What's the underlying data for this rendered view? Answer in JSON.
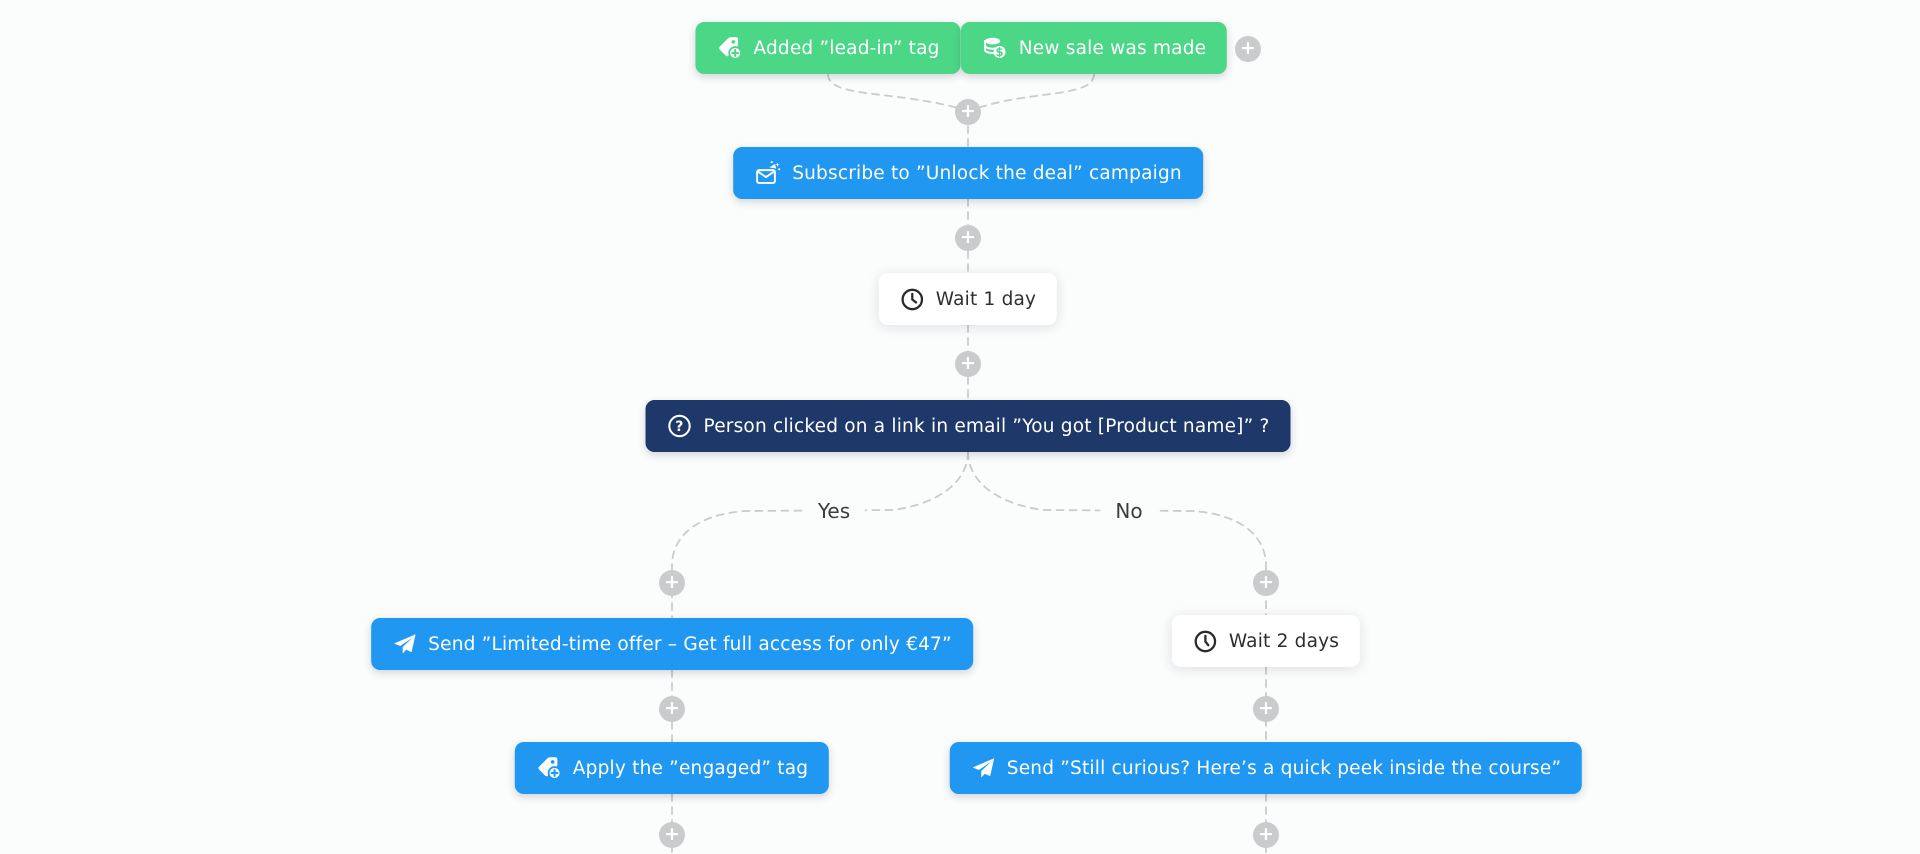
{
  "ui": {
    "add_step_label": "+",
    "background": "#fbfcfc",
    "connector_color": "#c9cbcd"
  },
  "colors": {
    "trigger_green": "#4cd787",
    "action_blue": "#2098f2",
    "condition_navy": "#1e386a",
    "card_white": "#ffffff",
    "plus_gray": "#c9cbcd",
    "text_dark": "#2e2e2e"
  },
  "nodes": {
    "trigger_tag": {
      "label": "Added ”lead-in” tag",
      "icon": "tag-add-icon",
      "type": "trigger"
    },
    "trigger_sale": {
      "label": "New sale was made",
      "icon": "coins-icon",
      "type": "trigger"
    },
    "subscribe": {
      "label": "Subscribe to ”Unlock the deal” campaign",
      "icon": "email-campaign-icon",
      "type": "action"
    },
    "wait_1": {
      "label": "Wait 1 day",
      "icon": "clock-icon",
      "type": "delay"
    },
    "condition": {
      "label": "Person clicked on a link in email ”You got [Product name]” ?",
      "icon": "question-icon",
      "type": "condition"
    },
    "send_offer": {
      "label": "Send ”Limited-time offer – Get full access for only €47”",
      "icon": "send-icon",
      "type": "action"
    },
    "apply_tag": {
      "label": "Apply the ”engaged” tag",
      "icon": "tag-add-icon",
      "type": "action"
    },
    "wait_2": {
      "label": "Wait 2 days",
      "icon": "clock-icon",
      "type": "delay"
    },
    "send_peek": {
      "label": "Send ”Still curious? Here’s a quick peek inside the course”",
      "icon": "send-icon",
      "type": "action"
    }
  },
  "branch": {
    "yes_label": "Yes",
    "no_label": "No"
  }
}
